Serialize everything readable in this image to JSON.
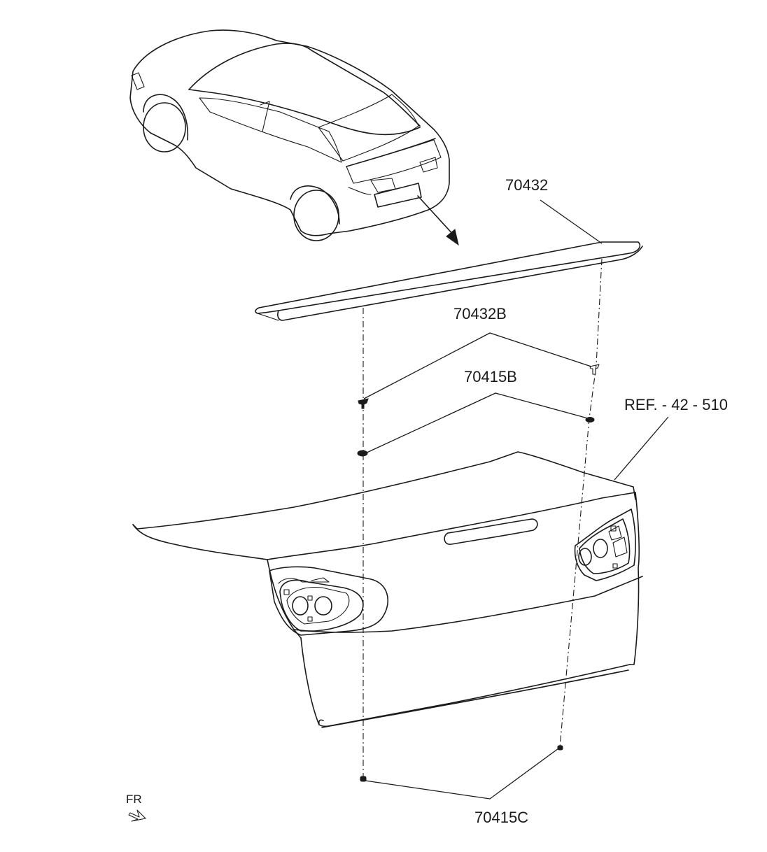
{
  "labels": {
    "spoiler": "70432",
    "spoiler_clip": "70432B",
    "grommet_upper": "70415B",
    "ref": "REF. - 42 - 510",
    "grommet_lower": "70415C"
  },
  "orientation": {
    "front_mark": "FR"
  },
  "icons": [
    "car-overview-icon",
    "direction-arrow-icon",
    "front-arrow-icon"
  ]
}
